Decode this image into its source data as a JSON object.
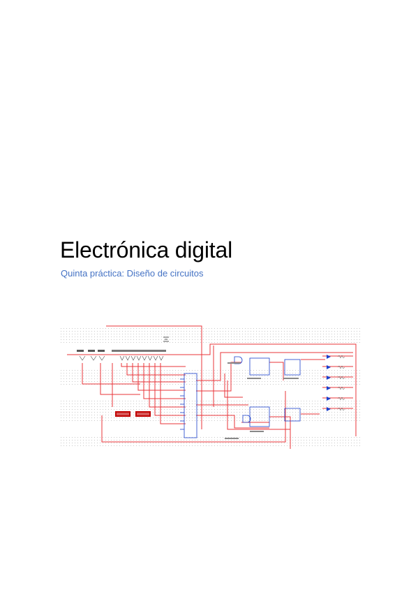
{
  "document": {
    "title": "Electrónica digital",
    "subtitle": "Quinta práctica: Diseño de circuitos"
  },
  "schematic": {
    "image": "circuit-schematic-figure",
    "colors": {
      "wire": "#e8343a",
      "component": "#1a3fcc",
      "grid": "#c8c8c8",
      "ic_red": "#c00000"
    }
  }
}
